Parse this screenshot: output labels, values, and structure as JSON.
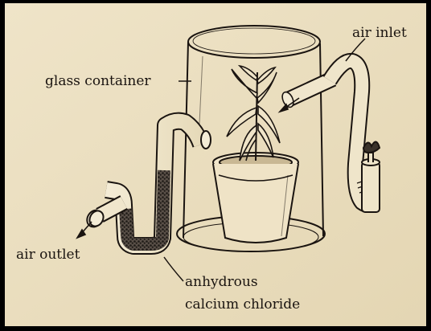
{
  "labels": {
    "glass_container": "glass container",
    "air_inlet": "air inlet",
    "air_outlet": "air outlet",
    "chloride_line1": "anhydrous",
    "chloride_line2": "calcium chloride"
  },
  "colors": {
    "frame": "#000000",
    "paper": "#ece0c2",
    "ink": "#1a1410",
    "granules": "#2b2520"
  }
}
